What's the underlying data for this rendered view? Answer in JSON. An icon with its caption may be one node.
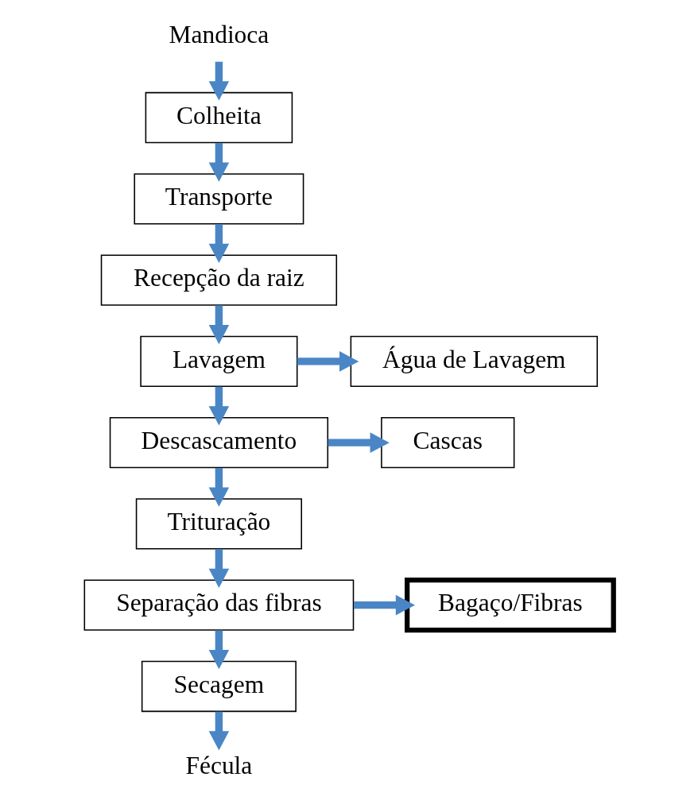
{
  "diagram": {
    "nodes": [
      {
        "text": [
          "Mandioca"
        ]
      },
      {
        "text": [
          "Colheita"
        ]
      },
      {
        "text": [
          "Transporte"
        ]
      },
      {
        "text": [
          "Recepção da raiz"
        ]
      },
      {
        "text": [
          "Lavagem"
        ]
      },
      {
        "text": [
          "Água de Lavagem"
        ]
      },
      {
        "text": [
          "Descascamento"
        ]
      },
      {
        "text": [
          "Cascas"
        ]
      },
      {
        "text": [
          "Trituração"
        ]
      },
      {
        "text": [
          "Separação das fibras"
        ]
      },
      {
        "text": [
          "Bagaço/Fibras"
        ]
      },
      {
        "text": [
          "Secagem"
        ]
      },
      {
        "text": [
          "Fécula"
        ]
      }
    ],
    "edges": [
      {
        "from": 0,
        "to": 1,
        "arrow": "to"
      },
      {
        "from": 1,
        "to": 2,
        "arrow": "to"
      },
      {
        "from": 2,
        "to": 3,
        "arrow": "to"
      },
      {
        "from": 3,
        "to": 4,
        "arrow": "to"
      },
      {
        "from": 4,
        "to": 5,
        "arrow": "to"
      },
      {
        "from": 4,
        "to": 6,
        "arrow": "to"
      },
      {
        "from": 6,
        "to": 7,
        "arrow": "to"
      },
      {
        "from": 6,
        "to": 8,
        "arrow": "to"
      },
      {
        "from": 8,
        "to": 9,
        "arrow": "to"
      },
      {
        "from": 9,
        "to": 10,
        "arrow": "to"
      },
      {
        "from": 9,
        "to": 11,
        "arrow": "to"
      },
      {
        "from": 11,
        "to": 12,
        "arrow": "to"
      }
    ]
  }
}
